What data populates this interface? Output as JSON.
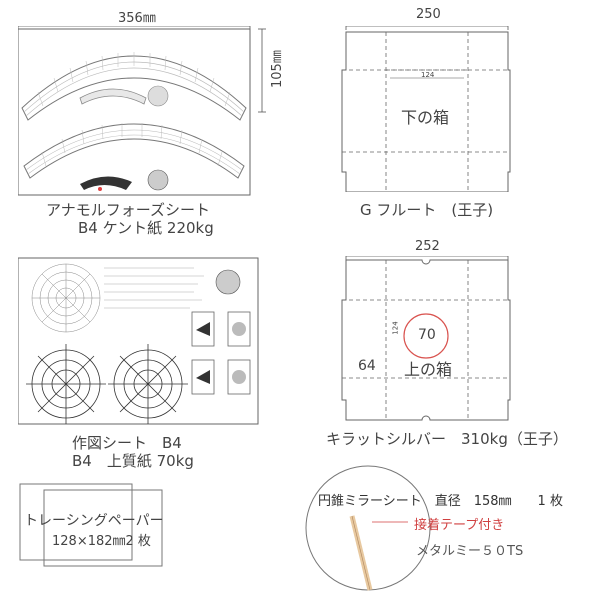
{
  "sheets": {
    "anamorphose": {
      "width_label": "356㎜",
      "height_label": "105㎜",
      "caption_line1": "アナモルフォーズシート",
      "caption_line2": "B4 ケント紙 220kg"
    },
    "drawing": {
      "caption_line1": "作図シート　B4",
      "caption_line2": "B4　上質紙 70kg"
    },
    "tracing": {
      "label_line1": "トレーシングペーパー",
      "label_line2": "128×182㎜2 枚"
    }
  },
  "boxes": {
    "bottom_box": {
      "width_label": "250",
      "inner_dim": "124",
      "name": "下の箱",
      "caption": "G フルート　(王子)"
    },
    "top_box": {
      "width_label": "252",
      "inner_dim": "124",
      "circle_value": "70",
      "side_dim": "64",
      "name": "上の箱",
      "caption": "キラットシルバー　310kg（王子）"
    }
  },
  "cone_mirror": {
    "title": "円錐ミラーシート　直径　158㎜　　1 枚",
    "tape_label": "接着テープ付き",
    "material": "メタルミー５０TS"
  },
  "colors": {
    "line": "#555555",
    "dashed": "#666666",
    "tape_red": "#d04040",
    "tape_strip": "#e8c9a0",
    "circle_red": "#d9534f"
  }
}
